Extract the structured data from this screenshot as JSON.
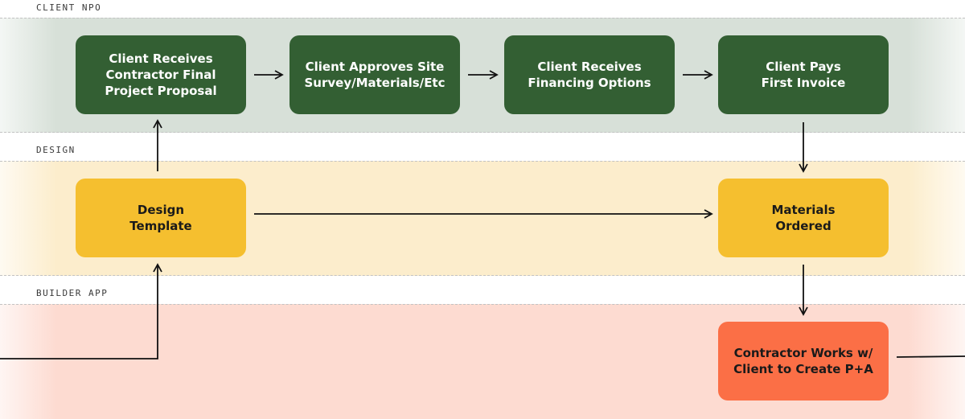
{
  "lanes": {
    "client_npo": "CLIENT NPO",
    "design": "DESIGN",
    "builder_app": "BUILDER APP"
  },
  "nodes": {
    "client_receives_proposal": "Client Receives\nContractor Final\nProject Proposal",
    "client_approves_survey": "Client Approves Site\nSurvey/Materials/Etc",
    "client_receives_financing": "Client Receives\nFinancing Options",
    "client_pays_invoice": "Client Pays\nFirst Invoice",
    "design_template": "Design\nTemplate",
    "materials_ordered": "Materials\nOrdered",
    "contractor_works": "Contractor Works w/\nClient to Create P+A"
  },
  "colors": {
    "client_npo_node": "#335f33",
    "design_node": "#f5bf2f",
    "builder_node": "#fb6f46",
    "client_npo_lane": "#d7e0d8",
    "design_lane": "#fcedcc",
    "builder_lane": "#fddbd1"
  }
}
